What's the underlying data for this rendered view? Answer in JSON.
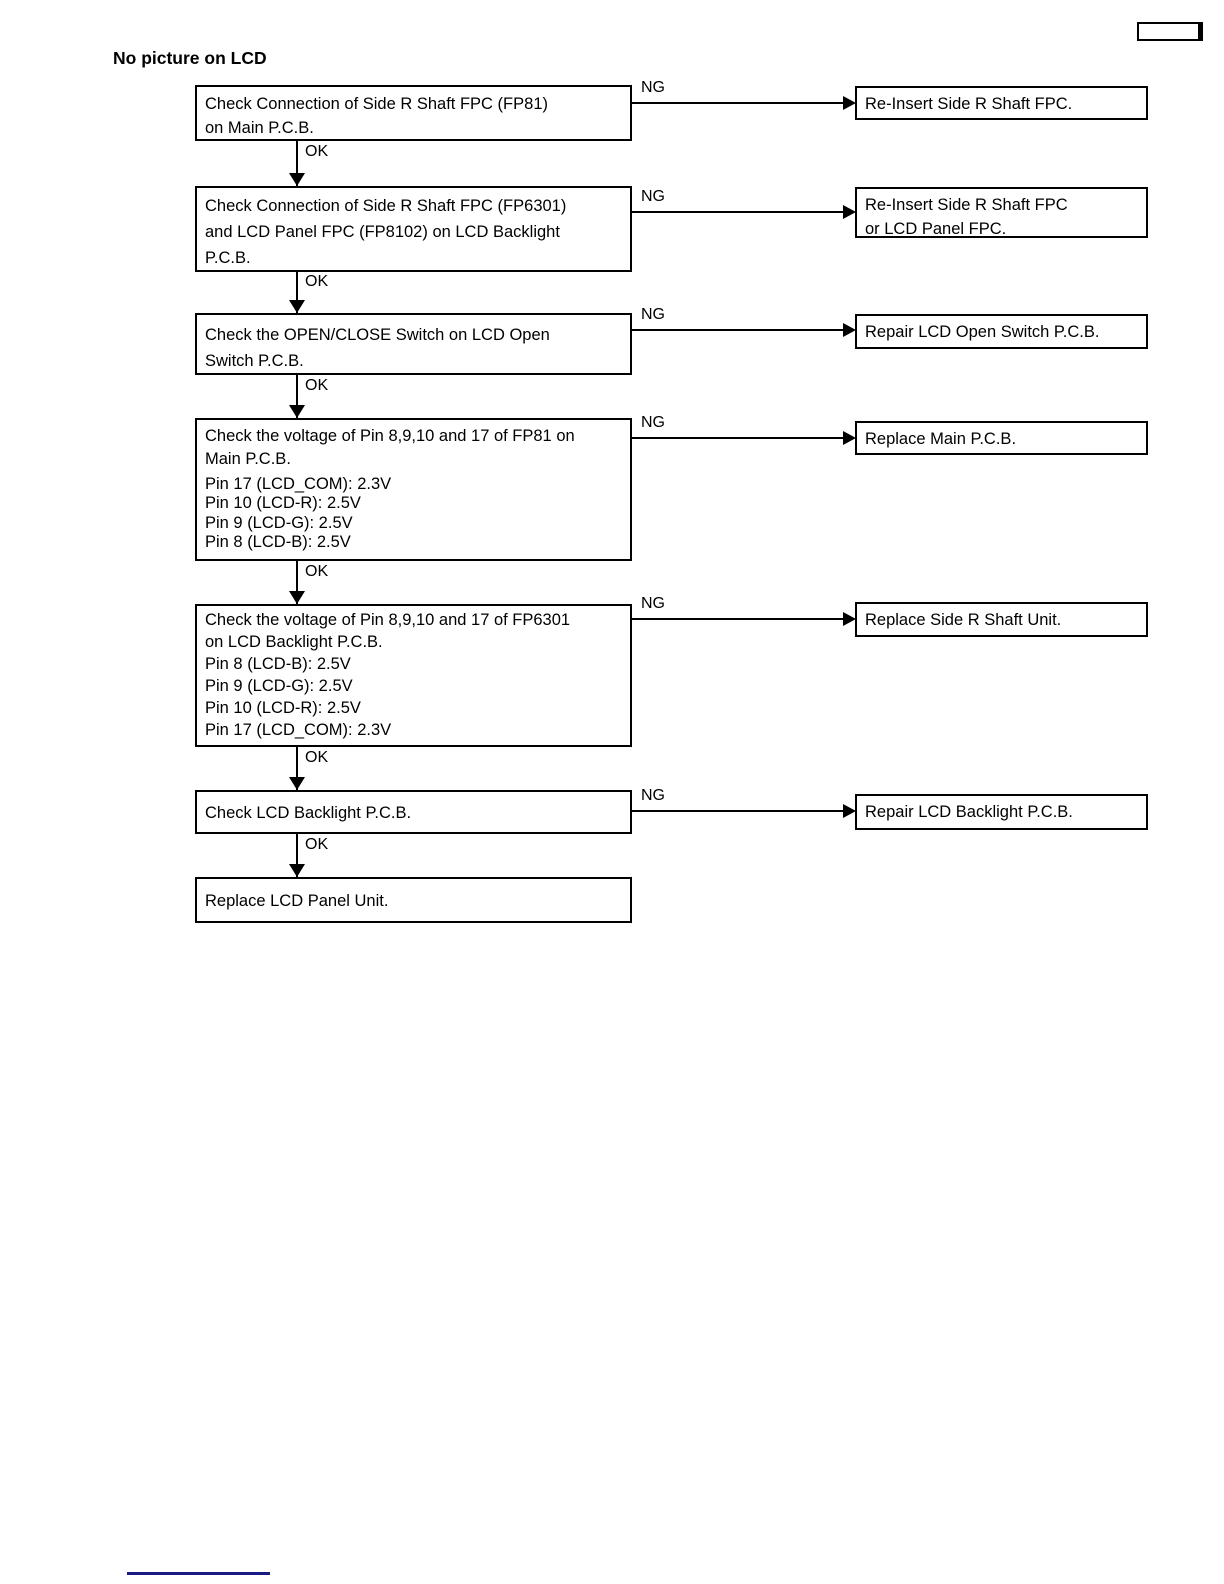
{
  "page": {
    "title": "No picture on LCD",
    "labels": {
      "ok": "OK",
      "ng": "NG"
    },
    "colors": {
      "line": "#000000",
      "footer_divider": "#1a1a85"
    }
  },
  "flow": {
    "steps": [
      {
        "check": [
          "Check Connection of Side R Shaft FPC (FP81)",
          "on Main P.C.B."
        ],
        "result_ng": "NG",
        "result_ok": "OK",
        "action": [
          "Re-Insert Side R Shaft FPC."
        ]
      },
      {
        "check": [
          "Check Connection of Side R Shaft FPC (FP6301)",
          "and LCD Panel FPC (FP8102) on LCD Backlight",
          "P.C.B."
        ],
        "result_ng": "NG",
        "result_ok": "OK",
        "action": [
          "Re-Insert Side R Shaft FPC",
          "or LCD Panel FPC."
        ]
      },
      {
        "check": [
          "Check the OPEN/CLOSE Switch on LCD Open",
          "Switch P.C.B."
        ],
        "result_ng": "NG",
        "result_ok": "OK",
        "action": [
          "Repair LCD Open Switch P.C.B."
        ]
      },
      {
        "check": [
          "Check the voltage of Pin 8,9,10 and 17 of FP81 on",
          "Main P.C.B."
        ],
        "details": [
          "Pin 17 (LCD_COM): 2.3V",
          "Pin 10 (LCD-R): 2.5V",
          "Pin 9 (LCD-G): 2.5V",
          "Pin 8 (LCD-B): 2.5V"
        ],
        "result_ng": "NG",
        "result_ok": "OK",
        "action": [
          "Replace Main P.C.B."
        ]
      },
      {
        "check": [
          "Check the voltage of Pin 8,9,10 and 17 of FP6301",
          "on LCD Backlight P.C.B.",
          "Pin 8 (LCD-B): 2.5V",
          "Pin 9 (LCD-G): 2.5V",
          "Pin 10 (LCD-R): 2.5V",
          "Pin 17 (LCD_COM): 2.3V"
        ],
        "result_ng": "NG",
        "result_ok": "OK",
        "action": [
          "Repair LCD Backlight P.C.B."
        ],
        "action_ng5": [
          "Replace Side R Shaft Unit."
        ]
      },
      {
        "check": [
          "Check LCD Backlight P.C.B."
        ],
        "result_ng": "NG",
        "result_ok": "OK",
        "action": [
          "Repair LCD Backlight P.C.B."
        ]
      },
      {
        "final": "Replace LCD Panel Unit."
      }
    ],
    "actions": [
      [
        "Re-Insert Side R Shaft FPC."
      ],
      [
        "Re-Insert Side R Shaft FPC",
        "or LCD Panel FPC."
      ],
      [
        "Repair LCD Open Switch P.C.B."
      ],
      [
        "Replace Main P.C.B."
      ],
      [
        "Replace Side R Shaft Unit."
      ],
      [
        "Repair LCD Backlight P.C.B."
      ]
    ]
  }
}
